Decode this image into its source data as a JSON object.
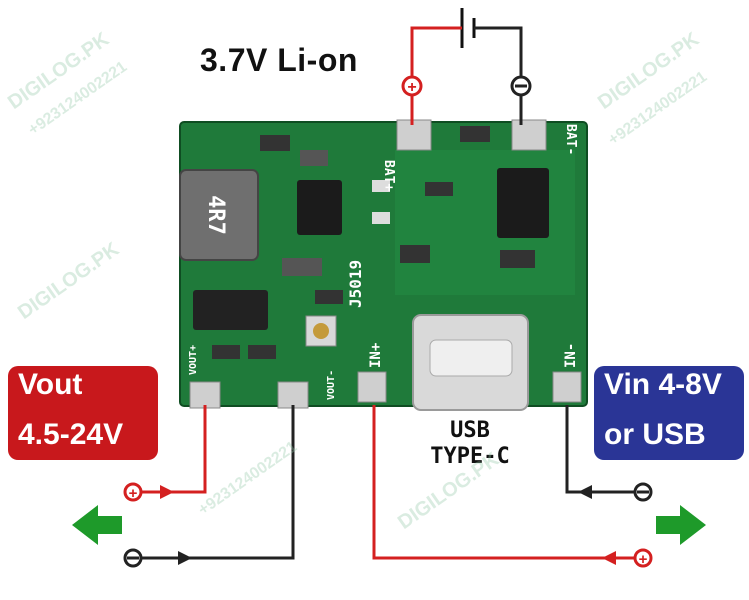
{
  "title": "3.7V Li-on",
  "vout": {
    "line1": "Vout",
    "line2": "4.5-24V"
  },
  "vin": {
    "line1": "Vin 4-8V",
    "line2": "or USB"
  },
  "usb": {
    "line1": "USB",
    "line2": "TYPE-C"
  },
  "pcb": {
    "inductor": "4R7",
    "chip_code": "J5019",
    "bat_plus": "BAT+",
    "bat_minus": "BAT-",
    "in_plus": "IN+",
    "in_minus": "IN-",
    "vout_plus": "VOUT+",
    "vout_minus": "VOUT-"
  },
  "watermark": {
    "site": "DIGILOG.PK",
    "phone": "+923124002221"
  },
  "colors": {
    "pcb": "#1f7a3a",
    "red_wire": "#d42020",
    "black_wire": "#222222",
    "arrow": "#1e9a2a",
    "vout_box": "#c8181c",
    "vin_box": "#2a3596"
  }
}
